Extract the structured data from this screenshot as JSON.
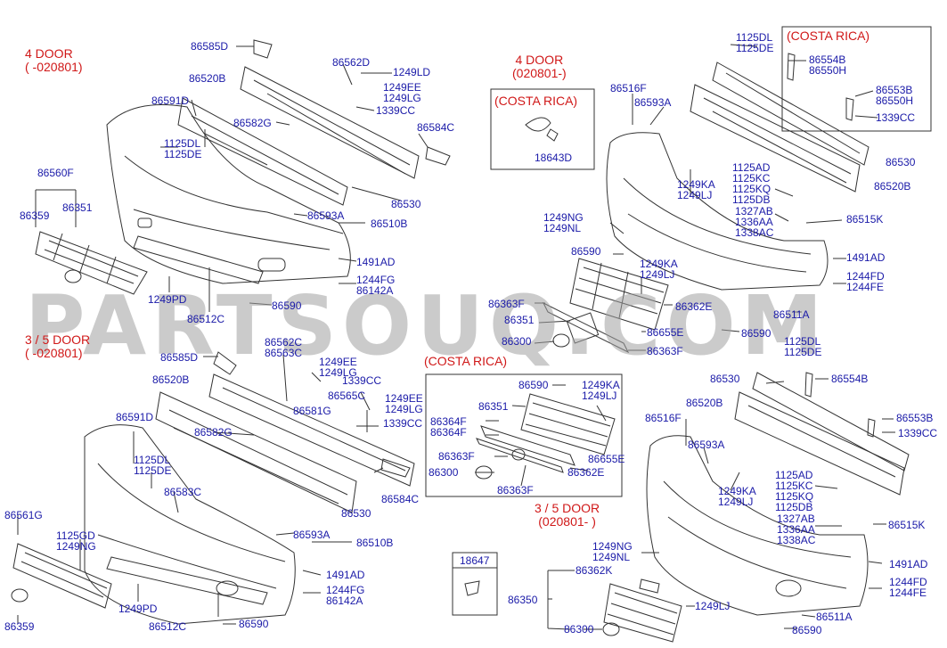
{
  "watermark": "PARTSOUQ.COM",
  "section_titles": {
    "four_door_old": "4 DOOR\n( -020801)",
    "four_door_new": "4 DOOR\n(020801-)",
    "three_five_door_old": "3 / 5 DOOR\n( -020801)",
    "three_five_door_new": "3 / 5 DOOR\n(020801- )",
    "costa_rica_1": "(COSTA RICA)",
    "costa_rica_2": "(COSTA RICA)",
    "costa_rica_3": "(COSTA RICA)"
  },
  "part_labels": {
    "l01": "86585D",
    "l02": "86562D",
    "l03": "1249LD",
    "l04": "86520B",
    "l05": "1249EE\n1249LG",
    "l06": "86591D",
    "l07": "1339CC",
    "l08": "86582G",
    "l09": "86584C",
    "l10": "1125DL\n1125DE",
    "l11": "86560F",
    "l12": "86359",
    "l13": "86351",
    "l14": "86530",
    "l15": "86593A",
    "l16": "86510B",
    "l17": "1491AD",
    "l18": "1244FG\n86142A",
    "l19": "1249PD",
    "l20": "86590",
    "l21": "86512C",
    "m01": "4 DOOR",
    "m02": "18643D",
    "m03": "1249NG\n1249NL",
    "m04": "86590",
    "m05": "86363F",
    "m06": "86351",
    "m07": "86300",
    "m08": "1249KA\n1249LJ",
    "m09": "86362E",
    "m10": "86655E",
    "m11": "86363F",
    "r01": "1125DL\n1125DE",
    "r02": "86554B\n86550H",
    "r03": "86553B\n86550H",
    "r04": "1339CC",
    "r05": "86516F",
    "r06": "86593A",
    "r07": "86530",
    "r08": "1249KA\n1249LJ",
    "r09": "1125AD\n1125KC\n1125KQ\n1125DB",
    "r10": "86520B",
    "r11": "1327AB\n1336AA\n1338AC",
    "r12": "86515K",
    "r13": "1491AD",
    "r14": "1244FD\n1244FE",
    "r15": "86511A",
    "r16": "86590",
    "b01": "86585D",
    "b02": "86562C\n86563C",
    "b03": "1249EE\n1249LG",
    "b04": "1339CC",
    "b05": "86520B",
    "b06": "86565C",
    "b07": "1249EE\n1249LG",
    "b08": "86581G",
    "b09": "1339CC",
    "b10": "86591D",
    "b11": "86582G",
    "b12": "1125DL\n1125DE",
    "b13": "86583C",
    "b14": "86584C",
    "b15": "86530",
    "b16": "86561G",
    "b17": "1125GD\n1249NG",
    "b18": "86593A",
    "b19": "86510B",
    "b20": "1491AD",
    "b21": "1244FG\n86142A",
    "b22": "1249PD",
    "b23": "86590",
    "b24": "86512C",
    "b25": "86359",
    "c01": "86590",
    "c02": "1249KA\n1249LJ",
    "c03": "86351",
    "c04": "86364F\n86364F",
    "c05": "86655E",
    "c06": "86363F",
    "c07": "86362E",
    "c08": "86300",
    "c09": "86363F",
    "c10": "18647",
    "c11": "1249NG\n1249NL",
    "c12": "86362K",
    "c13": "86350",
    "c14": "1249LJ",
    "c15": "86300",
    "d01": "1125DL\n1125DE",
    "d02": "86530",
    "d03": "86554B",
    "d04": "86520B",
    "d05": "86553B",
    "d06": "1339CC",
    "d07": "86516F",
    "d08": "86593A",
    "d09": "1249KA\n1249LJ",
    "d10": "1125AD\n1125KC\n1125KQ\n1125DB",
    "d11": "1327AB\n1336AA\n1338AC",
    "d12": "86515K",
    "d13": "1491AD",
    "d14": "1244FD\n1244FE",
    "d15": "86511A",
    "d16": "86590"
  }
}
